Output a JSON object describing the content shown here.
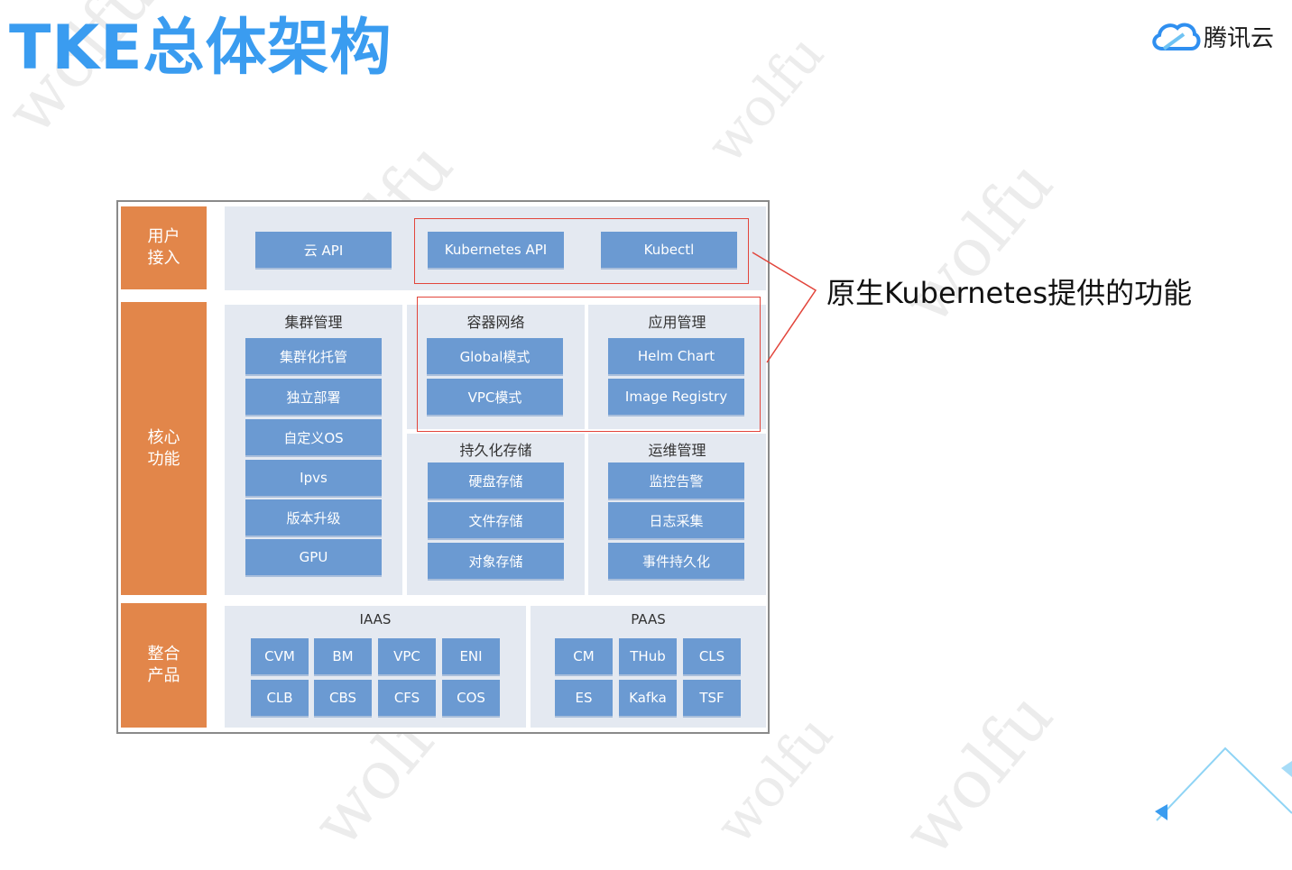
{
  "title": "TKE总体架构",
  "logo": {
    "text": "腾讯云",
    "icon": "tencent-cloud-icon"
  },
  "watermark": "wolfu",
  "rows": {
    "user_access": "用户\n接入",
    "core": "核心\n功能",
    "integration": "整合\n产品"
  },
  "access": {
    "items": [
      "云 API",
      "Kubernetes API",
      "Kubectl"
    ]
  },
  "cluster_mgmt": {
    "title": "集群管理",
    "items": [
      "集群化托管",
      "独立部署",
      "自定义OS",
      "Ipvs",
      "版本升级",
      "GPU"
    ]
  },
  "container_network": {
    "title": "容器网络",
    "items": [
      "Global模式",
      "VPC模式"
    ]
  },
  "app_mgmt": {
    "title": "应用管理",
    "items": [
      "Helm Chart",
      "Image Registry"
    ]
  },
  "storage": {
    "title": "持久化存储",
    "items": [
      "硬盘存储",
      "文件存储",
      "对象存储"
    ]
  },
  "ops": {
    "title": "运维管理",
    "items": [
      "监控告警",
      "日志采集",
      "事件持久化"
    ]
  },
  "iaas": {
    "title": "IAAS",
    "items": [
      "CVM",
      "BM",
      "VPC",
      "ENI",
      "CLB",
      "CBS",
      "CFS",
      "COS"
    ]
  },
  "paas": {
    "title": "PAAS",
    "items": [
      "CM",
      "THub",
      "CLS",
      "ES",
      "Kafka",
      "TSF"
    ]
  },
  "annotation": "原生Kubernetes提供的功能",
  "colors": {
    "title": "#3a9cf0",
    "side": "#e2864a",
    "panel": "#e4e9f1",
    "block": "#6b9ad2",
    "highlight": "#e2453b"
  }
}
